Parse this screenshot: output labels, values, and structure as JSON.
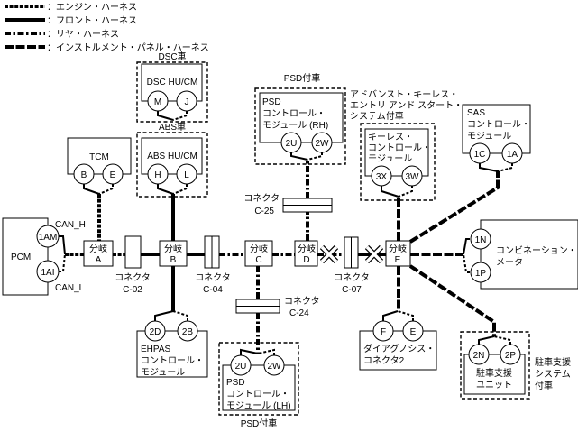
{
  "legend": [
    {
      "style": "engine",
      "label": "：エンジン・ハーネス"
    },
    {
      "style": "front",
      "label": "：フロント・ハーネス"
    },
    {
      "style": "rear",
      "label": "：リヤ・ハーネス"
    },
    {
      "style": "instrument",
      "label": "：インストルメント・パネル・ハーネス"
    }
  ],
  "modules": {
    "pcm": {
      "name": "PCM",
      "pins": [
        "1AM",
        "1AI"
      ],
      "can_h": "CAN_H",
      "can_l": "CAN_L"
    },
    "tcm": {
      "name": "TCM",
      "pins": [
        "B",
        "E"
      ]
    },
    "dsc": {
      "condition": "DSC車",
      "name": "DSC HU/CM",
      "pins": [
        "M",
        "J"
      ]
    },
    "abs": {
      "condition": "ABS車",
      "name": "ABS HU/CM",
      "pins": [
        "H",
        "L"
      ]
    },
    "ehpas": {
      "lines": [
        "EHPAS",
        "コントロール・",
        "モジュール"
      ],
      "pins": [
        "2D",
        "2B"
      ]
    },
    "psd_rh": {
      "condition": "PSD付車",
      "lines": [
        "PSD",
        "コントロール・",
        "モジュール (RH)"
      ],
      "pins": [
        "2U",
        "2W"
      ]
    },
    "psd_lh": {
      "condition": "PSD付車",
      "lines": [
        "PSD",
        "コントロール・",
        "モジュール (LH)"
      ],
      "pins": [
        "2U",
        "2W"
      ]
    },
    "keyless": {
      "condition": [
        "アドバンスト・キーレス・",
        "エントリ アンド スタート・",
        "システム付車"
      ],
      "lines": [
        "キーレス・",
        "コントロール・",
        "モジュール"
      ],
      "pins": [
        "3X",
        "3W"
      ]
    },
    "sas": {
      "lines": [
        "SAS",
        "コントロール・",
        "モジュール"
      ],
      "pins": [
        "1C",
        "1A"
      ]
    },
    "combination": {
      "lines": [
        "コンビネーション・",
        "メータ"
      ],
      "pins": [
        "1N",
        "1P"
      ]
    },
    "dlc": {
      "lines": [
        "ダイアグノシス・",
        "コネクタ2"
      ],
      "pins": [
        "F",
        "E"
      ]
    },
    "parking": {
      "condition": [
        "駐車支援",
        "システム",
        "付車"
      ],
      "lines": [
        "駐車支援",
        "ユニット"
      ],
      "pins": [
        "2N",
        "2P"
      ]
    }
  },
  "branches": [
    {
      "label": "分岐",
      "id": "A"
    },
    {
      "label": "分岐",
      "id": "B"
    },
    {
      "label": "分岐",
      "id": "C"
    },
    {
      "label": "分岐",
      "id": "D"
    },
    {
      "label": "分岐",
      "id": "E"
    }
  ],
  "connectors": {
    "label": "コネクタ",
    "c02": "C-02",
    "c04": "C-04",
    "c07": "C-07",
    "c24": "C-24",
    "c25": "C-25"
  },
  "icons": {
    "open_circuit": "x-mark-icon"
  }
}
